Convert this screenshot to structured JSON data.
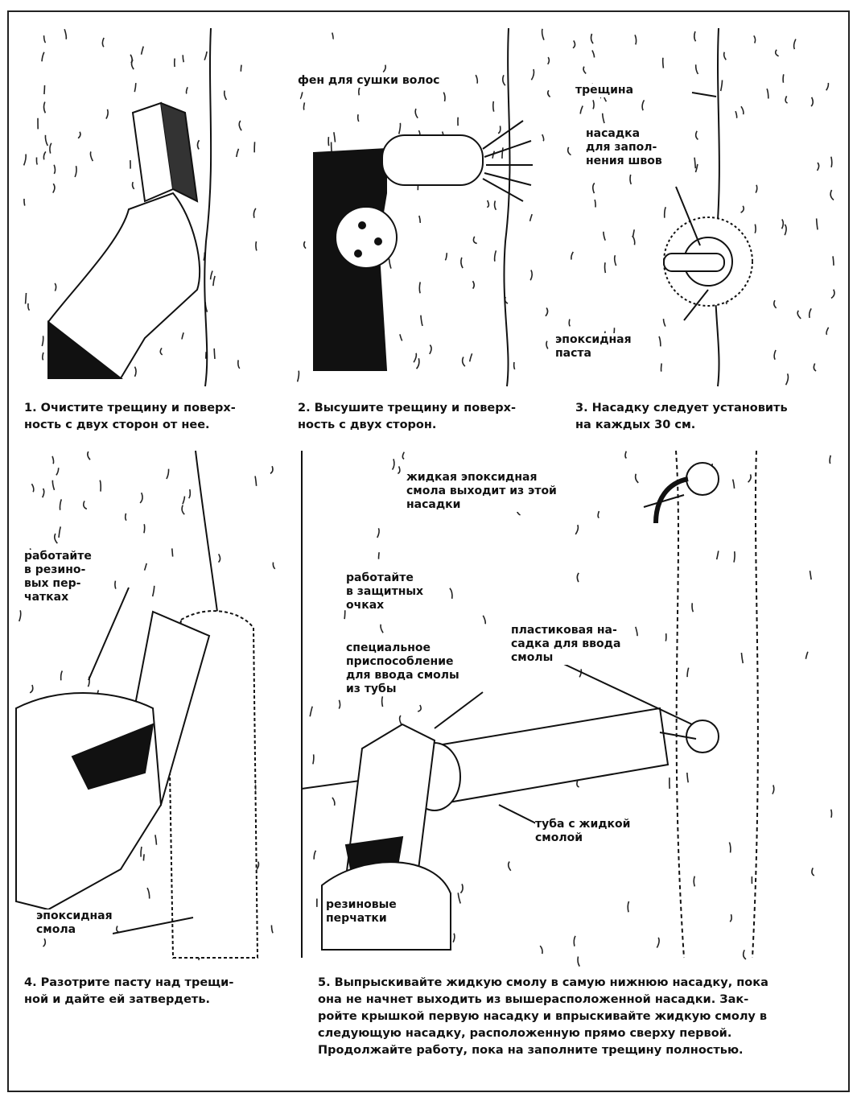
{
  "panels": [
    {
      "caption": "1. Очистите трещину и поверх-\nность с двух сторон от нее.",
      "labels": []
    },
    {
      "caption": "2. Высушите трещину и поверх-\nность с двух сторон.",
      "labels": [
        "фен для сушки волос"
      ]
    },
    {
      "caption": "3. Насадку следует установить\nна каждых 30 см.",
      "labels": [
        "трещина",
        "насадка\nдля запол-\nнения швов",
        "эпоксидная\nпаста"
      ]
    },
    {
      "caption": "4. Разотрите пасту над трещи-\nной и дайте ей затвердеть.",
      "labels": [
        "работайте\nв резино-\nвых пер-\nчатках",
        "эпоксидная\nсмола"
      ]
    },
    {
      "caption": "5. Выпрыскивайте жидкую смолу в самую нижнюю насадку, пока\nона не начнет выходить из вышерасположенной насадки. Зак-\nройте крышкой первую насадку и впрыскивайте жидкую смолу в\nследующую насадку, расположенную прямо сверху первой.\nПродолжайте работу, пока на заполните трещину полностью.",
      "labels": [
        "жидкая эпоксидная\nсмола выходит из этой\nнасадки",
        "работайте\nв защитных\nочках",
        "пластиковая на-\nсадка для ввода\nсмолы",
        "специальное\nприспособление\nдля ввода смолы\nиз тубы",
        "туба с жидкой\nсмолой",
        "резиновые\nперчатки"
      ]
    }
  ]
}
